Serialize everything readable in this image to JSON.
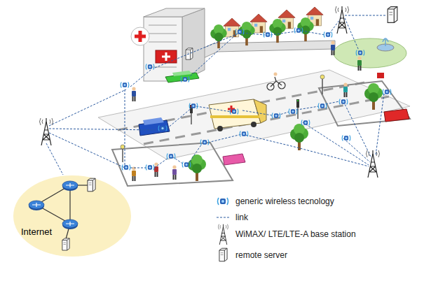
{
  "diagram": {
    "nodes": [
      {
        "text": [
          "Internet"
        ]
      }
    ],
    "legend": [
      {
        "text": "generic wireless tecnology"
      },
      {
        "text": "link"
      },
      {
        "text": "WiMAX/ LTE/LTE-A base station"
      },
      {
        "text": "remote server"
      }
    ]
  }
}
